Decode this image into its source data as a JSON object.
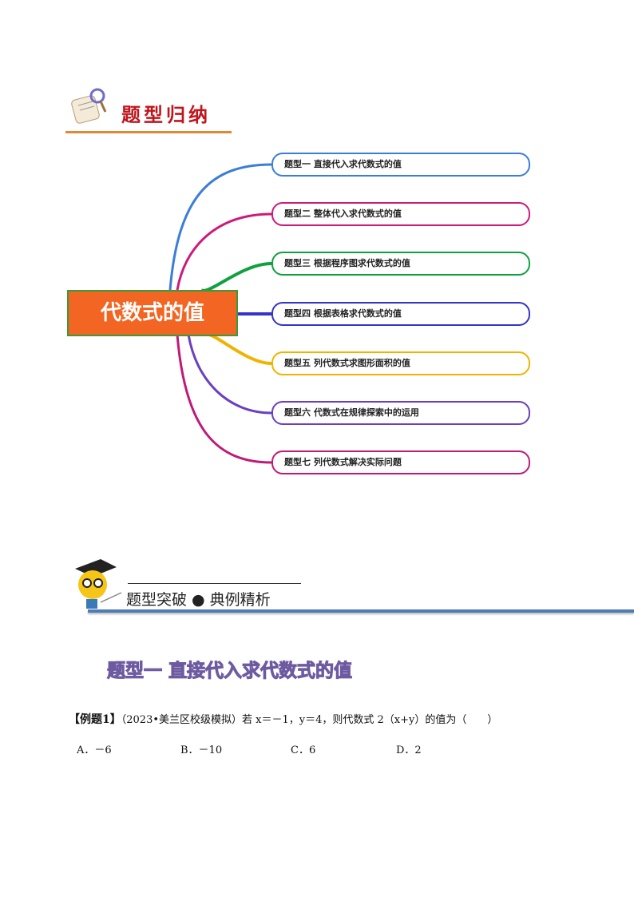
{
  "section1": {
    "title": "题型归纳"
  },
  "mindmap": {
    "center": "代数式的值",
    "nodes": [
      {
        "label": "题型一  直接代入求代数式的值",
        "color": "#3b7dd8"
      },
      {
        "label": "题型二  整体代入求代数式的值",
        "color": "#cc1a7a"
      },
      {
        "label": "题型三  根据程序图求代数式的值",
        "color": "#10a040"
      },
      {
        "label": "题型四 根据表格求代数式的值",
        "color": "#3434c8"
      },
      {
        "label": "题型五 列代数式求图形面积的值",
        "color": "#f0b400"
      },
      {
        "label": "题型六   代数式在规律探索中的运用",
        "color": "#6a3fc0"
      },
      {
        "label": "题型七  列代数式解决实际问题",
        "color": "#c01a78"
      }
    ]
  },
  "section2": {
    "title": "题型突破 ● 典例精析"
  },
  "type1": {
    "title": "题型一   直接代入求代数式的值"
  },
  "example1": {
    "tag": "【例题1】",
    "text": "（2023•美兰区校级模拟）若 x＝－1，y＝4，则代数式 2（x+y）的值为（　　）",
    "options": [
      "A．－6",
      "B．－10",
      "C．6",
      "D．2"
    ]
  }
}
